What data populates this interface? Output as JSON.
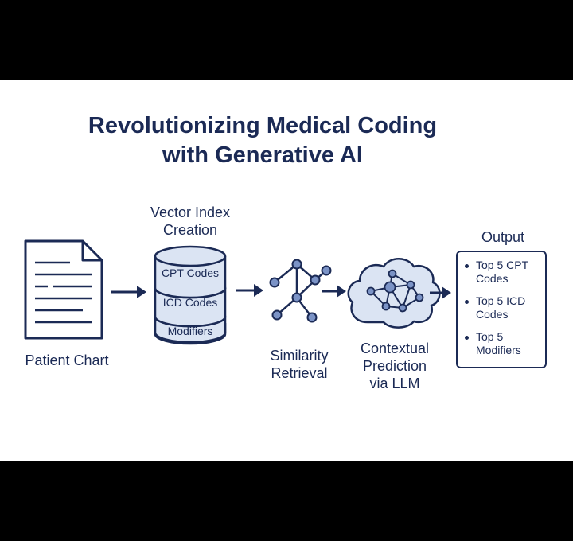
{
  "title": {
    "line1": "Revolutionizing Medical Coding",
    "line2": "with Generative AI"
  },
  "steps": {
    "patient_chart": {
      "label": "Patient Chart",
      "icon": "document-icon"
    },
    "vector_index": {
      "label_line1": "Vector Index",
      "label_line2": "Creation",
      "icon": "database-icon",
      "layers": [
        "CPT Codes",
        "ICD Codes",
        "Modifiers"
      ]
    },
    "similarity_retrieval": {
      "label_line1": "Similarity",
      "label_line2": "Retrieval",
      "icon": "network-graph-icon"
    },
    "contextual_prediction": {
      "label_line1": "Contextual",
      "label_line2": "Prediction",
      "label_line3": "via LLM",
      "icon": "cloud-network-icon"
    },
    "output": {
      "label": "Output",
      "items": [
        {
          "line1": "Top 5 CPT",
          "line2": "Codes"
        },
        {
          "line1": "Top 5 ICD",
          "line2": "Codes"
        },
        {
          "line1": "Top 5",
          "line2": "Modifiers"
        }
      ]
    }
  },
  "colors": {
    "navy": "#1b2a55",
    "light_blue": "#dbe4f3",
    "node_blue": "#7b93c6",
    "background": "#ffffff",
    "frame": "#000000"
  }
}
